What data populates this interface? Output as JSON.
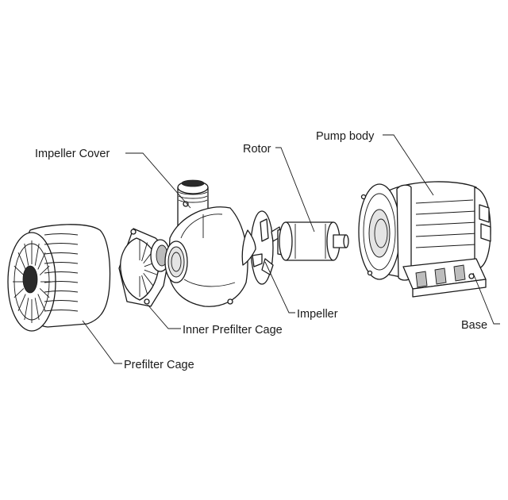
{
  "labels": {
    "impeller_cover": "Impeller Cover",
    "rotor": "Rotor",
    "pump_body": "Pump body",
    "impeller": "Impeller",
    "inner_prefilter_cage": "Inner Prefilter Cage",
    "base": "Base",
    "prefilter_cage": "Prefilter Cage"
  }
}
